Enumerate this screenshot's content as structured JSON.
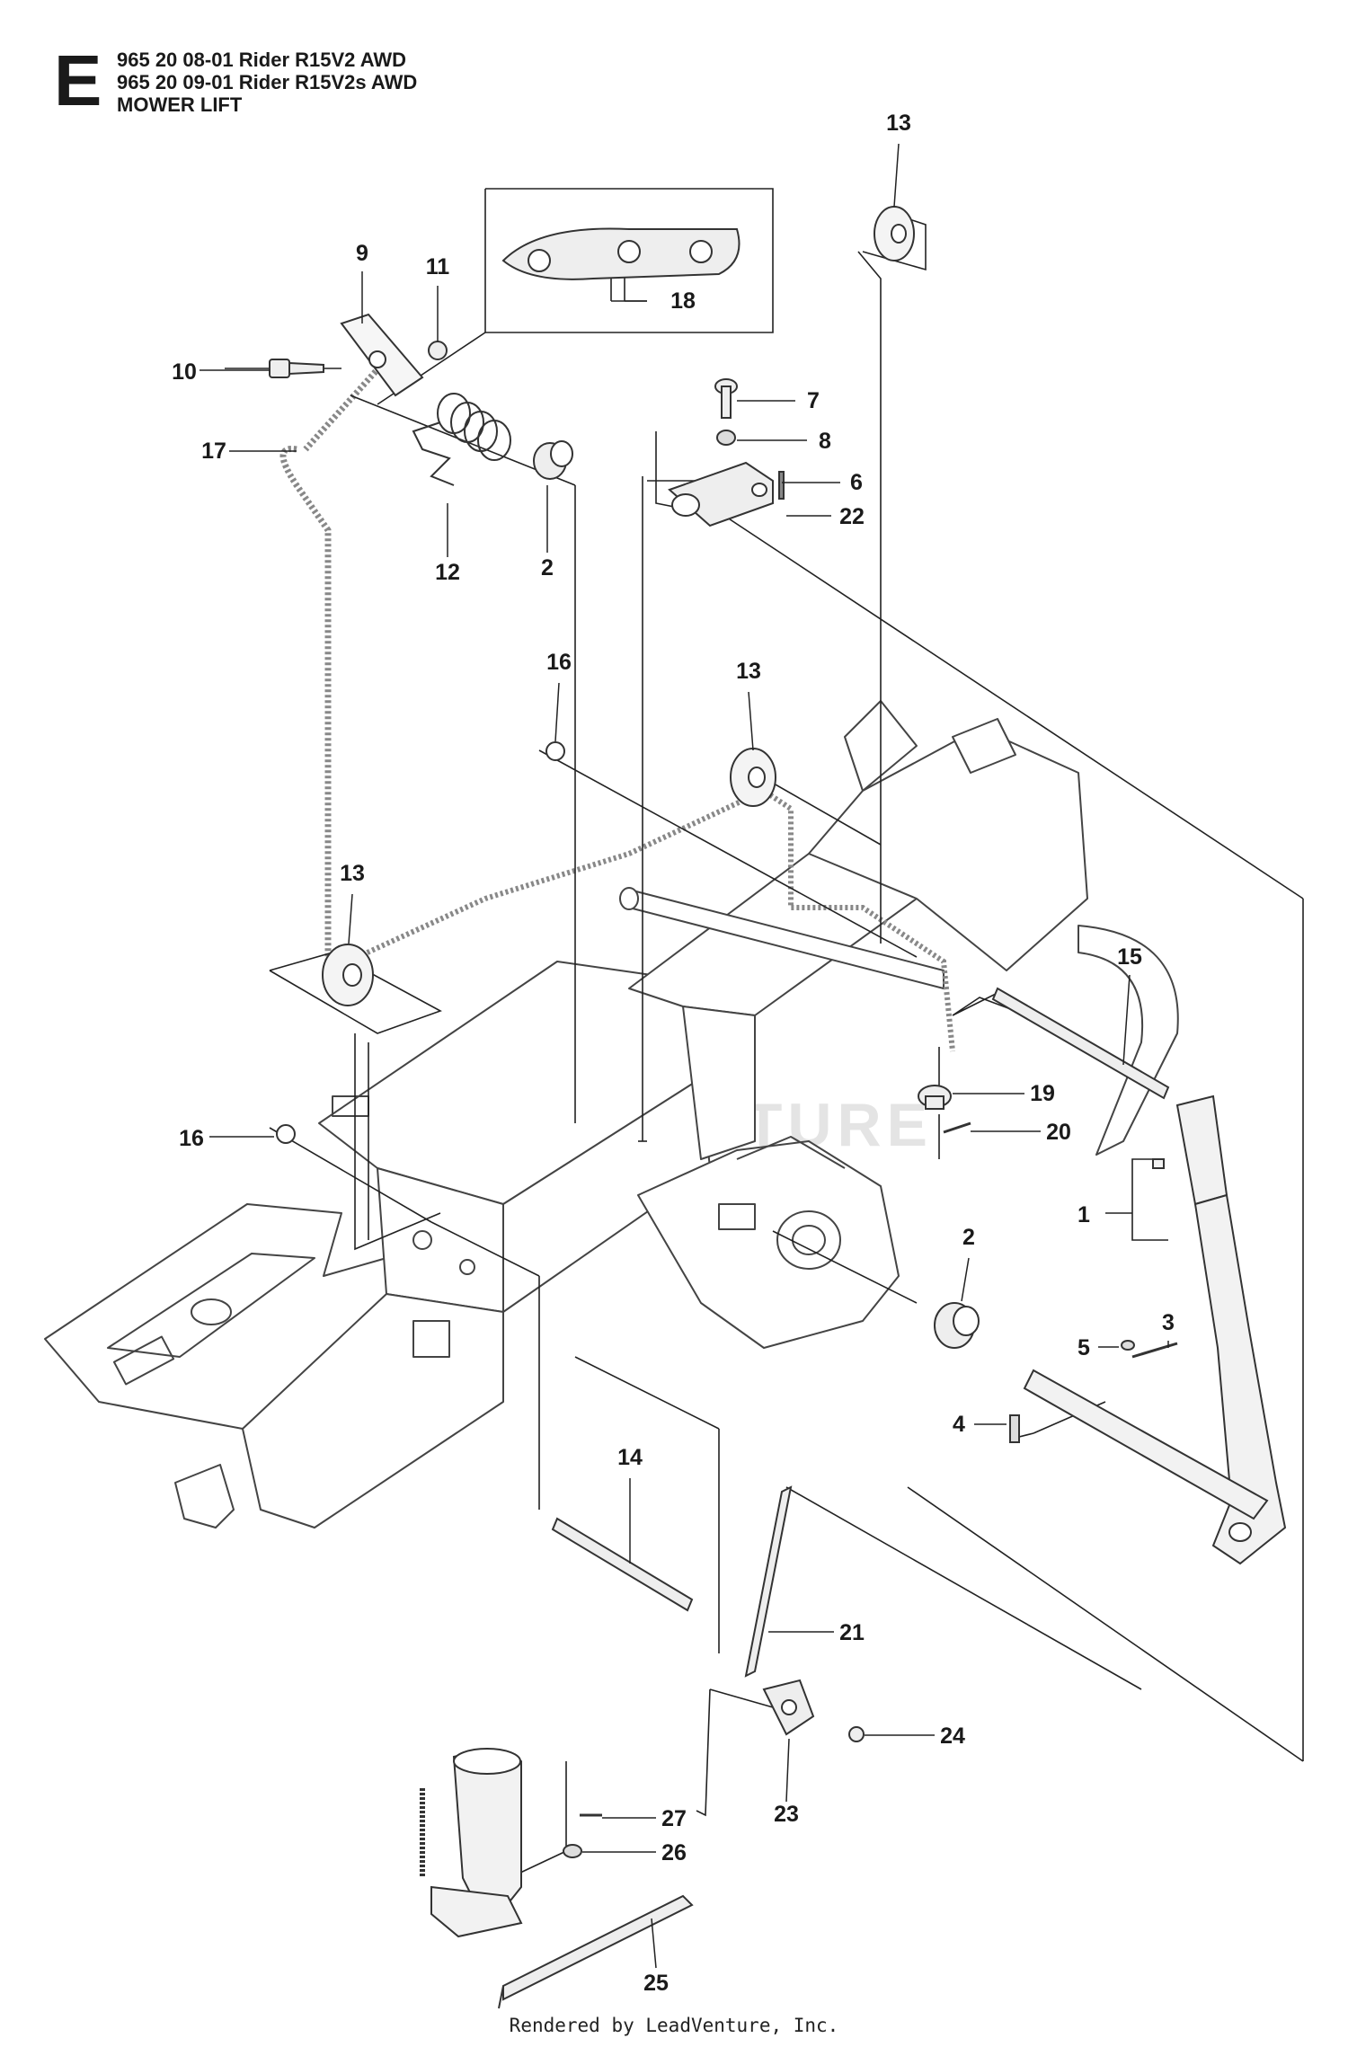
{
  "header": {
    "section": "E",
    "lines": [
      "965 20 08-01 Rider R15V2 AWD",
      "965 20 09-01 Rider R15V2s AWD",
      "MOWER LIFT"
    ]
  },
  "callouts": [
    "13",
    "18",
    "9",
    "11",
    "10",
    "17",
    "12",
    "2",
    "7",
    "8",
    "6",
    "22",
    "16",
    "13",
    "13",
    "15",
    "19",
    "16",
    "20",
    "1",
    "2",
    "3",
    "5",
    "4",
    "14",
    "21",
    "24",
    "27",
    "26",
    "23",
    "25"
  ],
  "watermark": "LEADVENTURE",
  "footer": "Rendered by LeadVenture, Inc."
}
